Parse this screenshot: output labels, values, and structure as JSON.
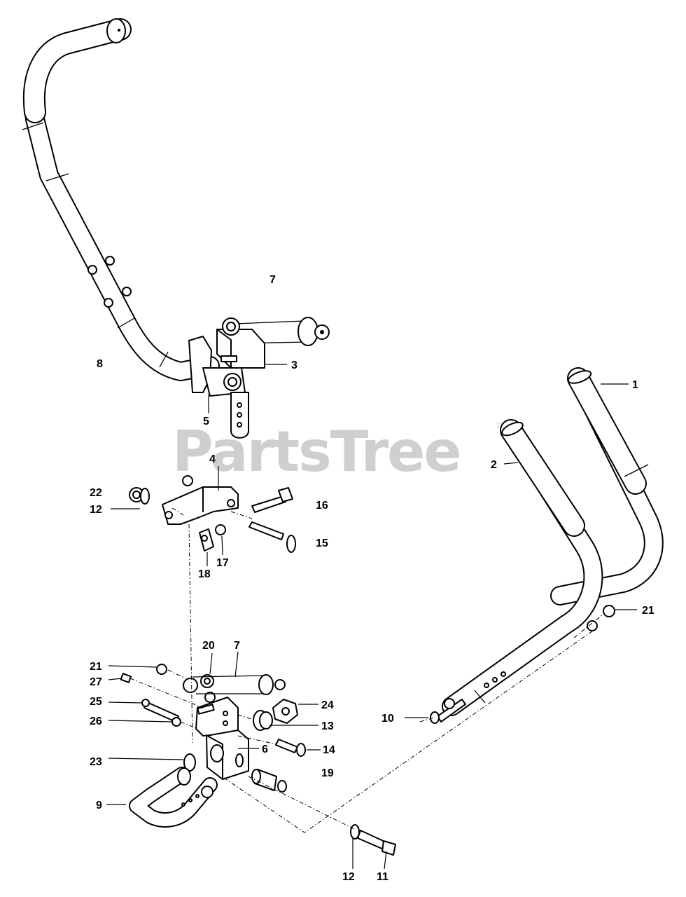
{
  "watermark": {
    "text": "PartsTree",
    "trademark": "TM"
  },
  "callouts": [
    {
      "id": "c1",
      "label": "1"
    },
    {
      "id": "c2",
      "label": "2"
    },
    {
      "id": "c3",
      "label": "3"
    },
    {
      "id": "c4",
      "label": "4"
    },
    {
      "id": "c5",
      "label": "5"
    },
    {
      "id": "c6",
      "label": "6"
    },
    {
      "id": "c7a",
      "label": "7"
    },
    {
      "id": "c7b",
      "label": "7"
    },
    {
      "id": "c8",
      "label": "8"
    },
    {
      "id": "c9",
      "label": "9"
    },
    {
      "id": "c10",
      "label": "10"
    },
    {
      "id": "c11",
      "label": "11"
    },
    {
      "id": "c12a",
      "label": "12"
    },
    {
      "id": "c12b",
      "label": "12"
    },
    {
      "id": "c13",
      "label": "13"
    },
    {
      "id": "c14",
      "label": "14"
    },
    {
      "id": "c15",
      "label": "15"
    },
    {
      "id": "c16",
      "label": "16"
    },
    {
      "id": "c17",
      "label": "17"
    },
    {
      "id": "c18",
      "label": "18"
    },
    {
      "id": "c19",
      "label": "19"
    },
    {
      "id": "c20",
      "label": "20"
    },
    {
      "id": "c21a",
      "label": "21"
    },
    {
      "id": "c21b",
      "label": "21"
    },
    {
      "id": "c22",
      "label": "22"
    },
    {
      "id": "c23",
      "label": "23"
    },
    {
      "id": "c24",
      "label": "24"
    },
    {
      "id": "c25",
      "label": "25"
    },
    {
      "id": "c26",
      "label": "26"
    },
    {
      "id": "c27",
      "label": "27"
    }
  ]
}
